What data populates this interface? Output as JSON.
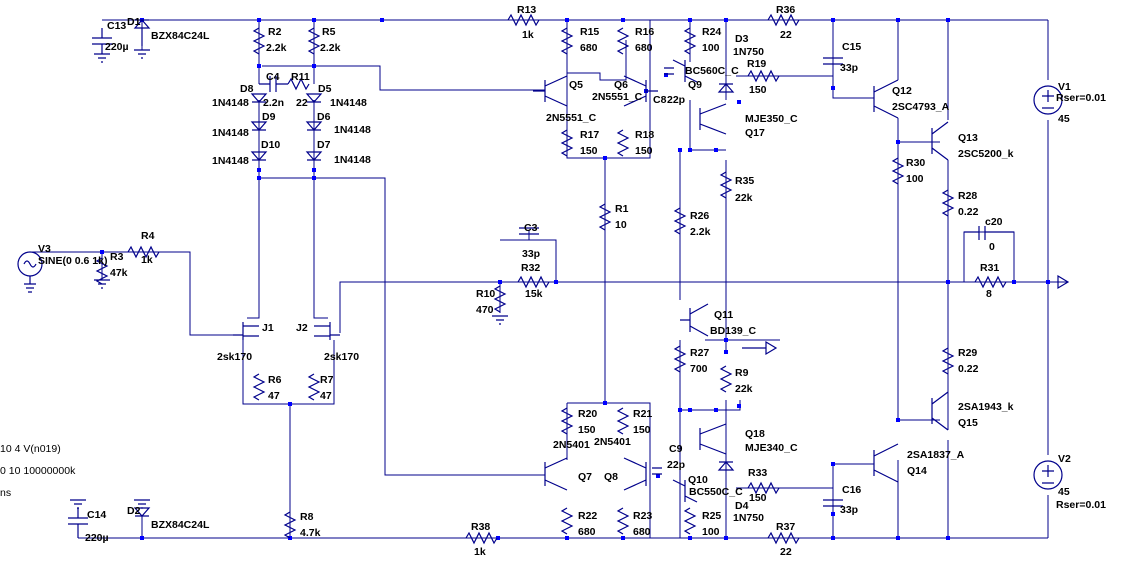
{
  "components": {
    "R13": {
      "ref": "R13",
      "value": "1k"
    },
    "R36": {
      "ref": "R36",
      "value": "22"
    },
    "R2": {
      "ref": "R2",
      "value": "2.2k"
    },
    "R5": {
      "ref": "R5",
      "value": "2.2k"
    },
    "R15": {
      "ref": "R15",
      "value": "680"
    },
    "R16": {
      "ref": "R16",
      "value": "680"
    },
    "R24": {
      "ref": "R24",
      "value": "100"
    },
    "R11": {
      "ref": "R11",
      "value": "22"
    },
    "R19": {
      "ref": "R19",
      "value": "150"
    },
    "R17": {
      "ref": "R17",
      "value": "150"
    },
    "R18": {
      "ref": "R18",
      "value": "150"
    },
    "R30": {
      "ref": "R30",
      "value": "100"
    },
    "R35": {
      "ref": "R35",
      "value": "22k"
    },
    "R28": {
      "ref": "R28",
      "value": "0.22"
    },
    "R1": {
      "ref": "R1",
      "value": "10"
    },
    "R26": {
      "ref": "R26",
      "value": "2.2k"
    },
    "R4": {
      "ref": "R4",
      "value": "1k"
    },
    "R3": {
      "ref": "R3",
      "value": "47k"
    },
    "R32": {
      "ref": "R32",
      "value": "15k"
    },
    "R10": {
      "ref": "R10",
      "value": "470"
    },
    "R31": {
      "ref": "R31",
      "value": "8"
    },
    "R27": {
      "ref": "R27",
      "value": "700"
    },
    "R29": {
      "ref": "R29",
      "value": "0.22"
    },
    "R9": {
      "ref": "R9",
      "value": "22k"
    },
    "R6": {
      "ref": "R6",
      "value": "47"
    },
    "R7": {
      "ref": "R7",
      "value": "47"
    },
    "R20": {
      "ref": "R20",
      "value": "150"
    },
    "R21": {
      "ref": "R21",
      "value": "150"
    },
    "R33": {
      "ref": "R33",
      "value": "150"
    },
    "R8": {
      "ref": "R8",
      "value": "4.7k"
    },
    "R22": {
      "ref": "R22",
      "value": "680"
    },
    "R23": {
      "ref": "R23",
      "value": "680"
    },
    "R25": {
      "ref": "R25",
      "value": "100"
    },
    "R38": {
      "ref": "R38",
      "value": "1k"
    },
    "R37": {
      "ref": "R37",
      "value": "22"
    },
    "C13": {
      "ref": "C13",
      "value": "220µ"
    },
    "C14": {
      "ref": "C14",
      "value": "220µ"
    },
    "C4": {
      "ref": "C4",
      "value": "2.2n"
    },
    "C15": {
      "ref": "C15",
      "value": "33p"
    },
    "C8": {
      "ref": "C8",
      "value": "22p"
    },
    "C3": {
      "ref": "C3",
      "value": "33p"
    },
    "c20": {
      "ref": "c20",
      "value": "0"
    },
    "C9": {
      "ref": "C9",
      "value": "22p"
    },
    "C16": {
      "ref": "C16",
      "value": "33p"
    },
    "D1": {
      "ref": "D1",
      "value": "BZX84C24L"
    },
    "D2": {
      "ref": "D2",
      "value": "BZX84C24L"
    },
    "D3": {
      "ref": "D3",
      "value": "1N750"
    },
    "D4": {
      "ref": "D4",
      "value": "1N750"
    },
    "D8": {
      "ref": "D8",
      "value": "1N4148"
    },
    "D5": {
      "ref": "D5",
      "value": "1N4148"
    },
    "D9": {
      "ref": "D9",
      "value": "1N4148"
    },
    "D6": {
      "ref": "D6",
      "value": "1N4148"
    },
    "D10": {
      "ref": "D10",
      "value": "1N4148"
    },
    "D7": {
      "ref": "D7",
      "value": "1N4148"
    },
    "Q5": {
      "ref": "Q5",
      "value": "2N5551_C"
    },
    "Q6": {
      "ref": "Q6",
      "value": "2N5551_C"
    },
    "Q9": {
      "ref": "Q9",
      "value": "BC560C_C"
    },
    "Q17": {
      "ref": "Q17",
      "value": "MJE350_C"
    },
    "Q12": {
      "ref": "Q12",
      "value": "2SC4793_A"
    },
    "Q13": {
      "ref": "Q13",
      "value": "2SC5200_k"
    },
    "Q11": {
      "ref": "Q11",
      "value": "BD139_C"
    },
    "Q7": {
      "ref": "Q7",
      "value": "2N5401"
    },
    "Q8": {
      "ref": "Q8",
      "value": "2N5401"
    },
    "Q10": {
      "ref": "Q10",
      "value": "BC550C_C"
    },
    "Q18": {
      "ref": "Q18",
      "value": "MJE340_C"
    },
    "Q14": {
      "ref": "Q14",
      "value": "2SA1837_A"
    },
    "Q15": {
      "ref": "Q15",
      "value": "2SA1943_k"
    },
    "J1": {
      "ref": "J1",
      "value": "2sk170"
    },
    "J2": {
      "ref": "J2",
      "value": "2sk170"
    },
    "V1": {
      "ref": "V1",
      "value": "Rser=0.01",
      "value2": "45"
    },
    "V2": {
      "ref": "V2",
      "value": "45",
      "value2": "Rser=0.01"
    },
    "V3": {
      "ref": "V3",
      "value": "SINE(0 0.6 1k)"
    }
  },
  "spice_directives": [
    "10 4 V(n019)",
    "0 10 10000000k",
    "ns"
  ],
  "colors": {
    "wire": "#00008b",
    "junction": "#0000ff",
    "text": "#000000",
    "background": "#ffffff"
  }
}
